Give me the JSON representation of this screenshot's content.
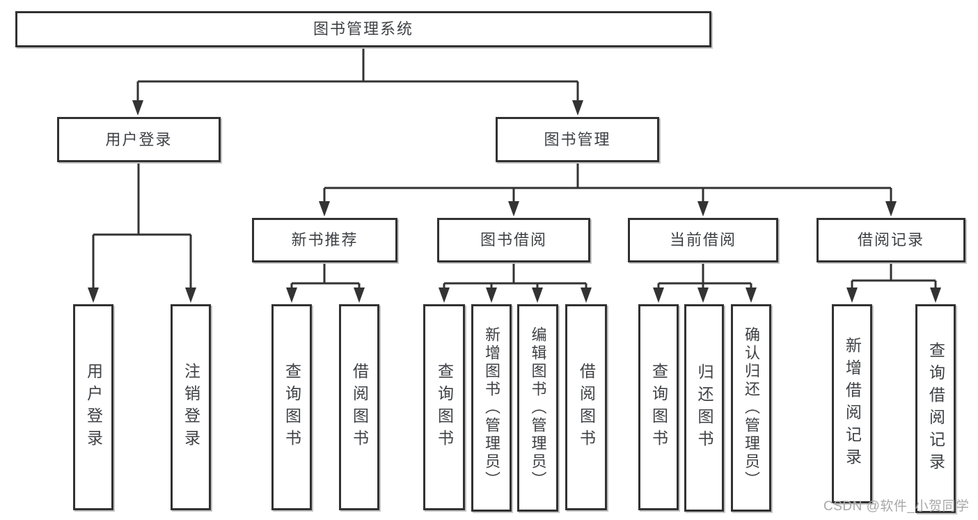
{
  "watermark": "CSDN @软件_小贺同学",
  "colors": {
    "line": "#333333",
    "box_border": "#313131",
    "text": "#3e4145",
    "background": "#ffffff",
    "watermark_gray": "#a8a8a8"
  },
  "tree": {
    "label": "图书管理系统",
    "children": [
      {
        "label": "用户登录",
        "children": [
          {
            "label": "用户登录"
          },
          {
            "label": "注销登录"
          }
        ]
      },
      {
        "label": "图书管理",
        "children": [
          {
            "label": "新书推荐",
            "children": [
              {
                "label": "查询图书"
              },
              {
                "label": "借阅图书"
              }
            ]
          },
          {
            "label": "图书借阅",
            "children": [
              {
                "label": "查询图书"
              },
              {
                "label": "新增图书（管理员）"
              },
              {
                "label": "编辑图书（管理员）"
              },
              {
                "label": "借阅图书"
              }
            ]
          },
          {
            "label": "当前借阅",
            "children": [
              {
                "label": "查询图书"
              },
              {
                "label": "归还图书"
              },
              {
                "label": "确认归还（管理员）"
              }
            ]
          },
          {
            "label": "借阅记录",
            "children": [
              {
                "label": "新增借阅记录"
              },
              {
                "label": "查询借阅记录"
              }
            ]
          }
        ]
      }
    ]
  }
}
